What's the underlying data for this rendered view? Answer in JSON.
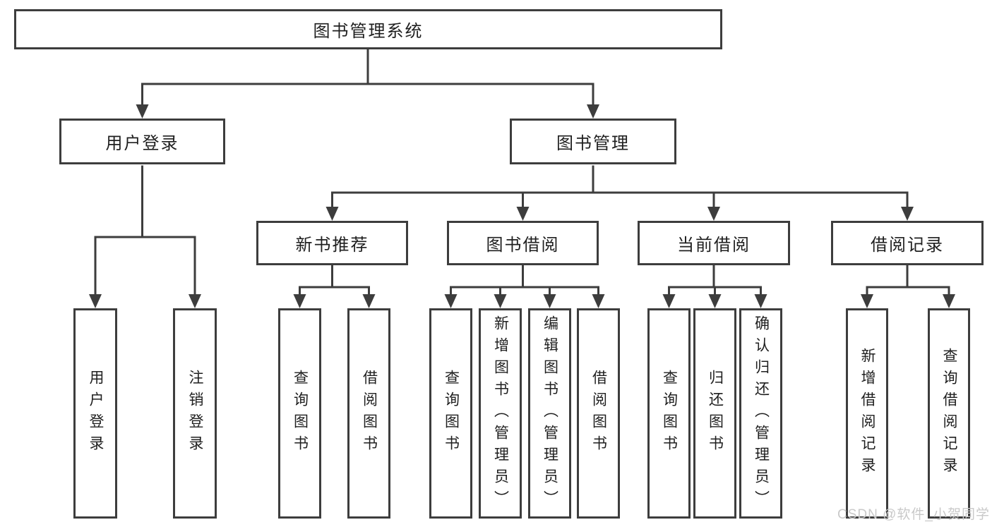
{
  "diagram": {
    "root": {
      "label": "图书管理系统",
      "children": [
        {
          "label": "用户登录",
          "children": [
            {
              "label": "用户登录"
            },
            {
              "label": "注销登录"
            }
          ]
        },
        {
          "label": "图书管理",
          "children": [
            {
              "label": "新书推荐",
              "children": [
                {
                  "label": "查询图书"
                },
                {
                  "label": "借阅图书"
                }
              ]
            },
            {
              "label": "图书借阅",
              "children": [
                {
                  "label": "查询图书"
                },
                {
                  "label": "新增图书（管理员）"
                },
                {
                  "label": "编辑图书（管理员）"
                },
                {
                  "label": "借阅图书"
                }
              ]
            },
            {
              "label": "当前借阅",
              "children": [
                {
                  "label": "查询图书"
                },
                {
                  "label": "归还图书"
                },
                {
                  "label": "确认归还（管理员）"
                }
              ]
            },
            {
              "label": "借阅记录",
              "children": [
                {
                  "label": "新增借阅记录"
                },
                {
                  "label": "查询借阅记录"
                }
              ]
            }
          ]
        }
      ]
    },
    "watermark": "CSDN @软件_小贺同学",
    "colors": {
      "background": "#ffffff",
      "box_fill": "#ffffff",
      "box_border": "#3d3d3d",
      "line": "#3d3d3d",
      "text": "#1f1f1f",
      "watermark_text": "#c9c9c9"
    }
  }
}
